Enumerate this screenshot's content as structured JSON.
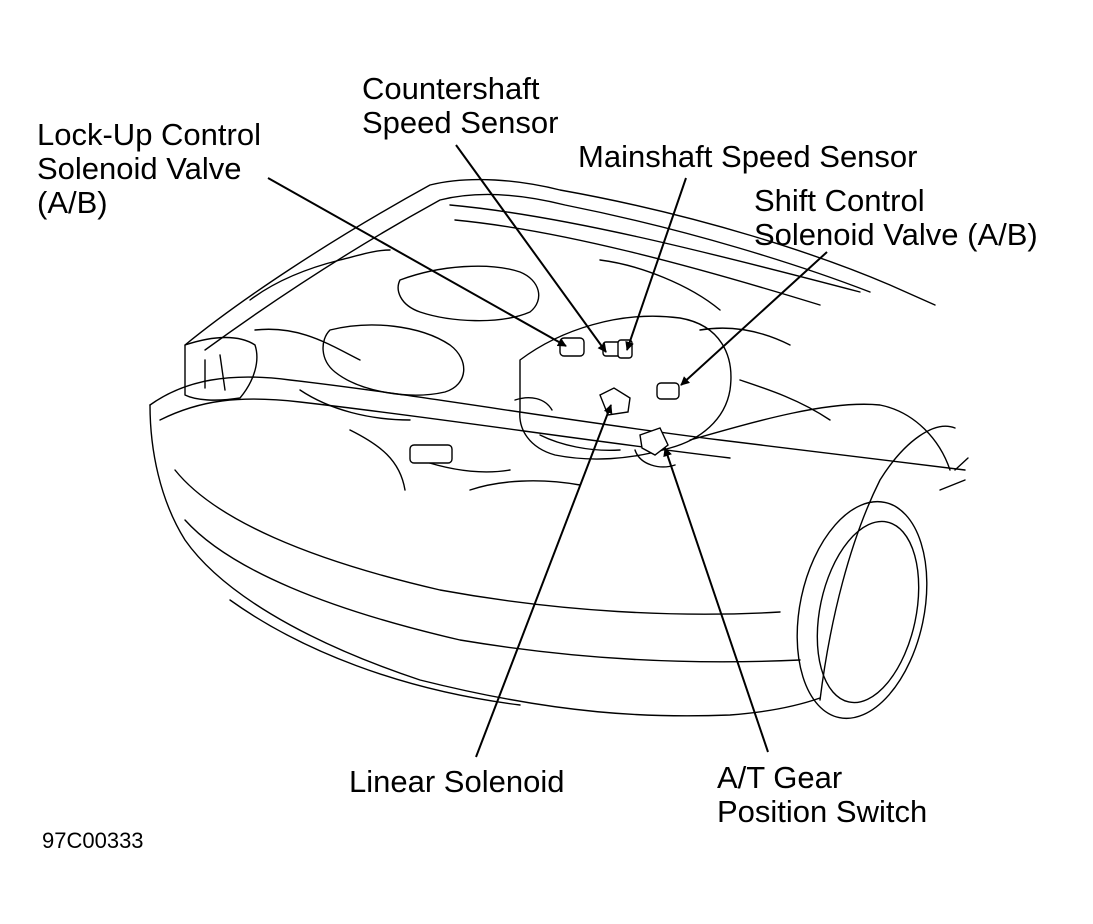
{
  "labels": {
    "lockup": [
      "Lock-Up Control",
      "Solenoid Valve",
      "(A/B)"
    ],
    "countershaft": [
      "Countershaft",
      "Speed Sensor"
    ],
    "mainshaft": [
      "Mainshaft Speed Sensor"
    ],
    "shift_control": [
      "Shift Control",
      "Solenoid Valve (A/B)"
    ],
    "linear": [
      "Linear Solenoid"
    ],
    "at_gear": [
      "A/T Gear",
      "Position Switch"
    ]
  },
  "figure_code": "97C00333",
  "colors": {
    "line": "#000000",
    "background": "#ffffff"
  }
}
